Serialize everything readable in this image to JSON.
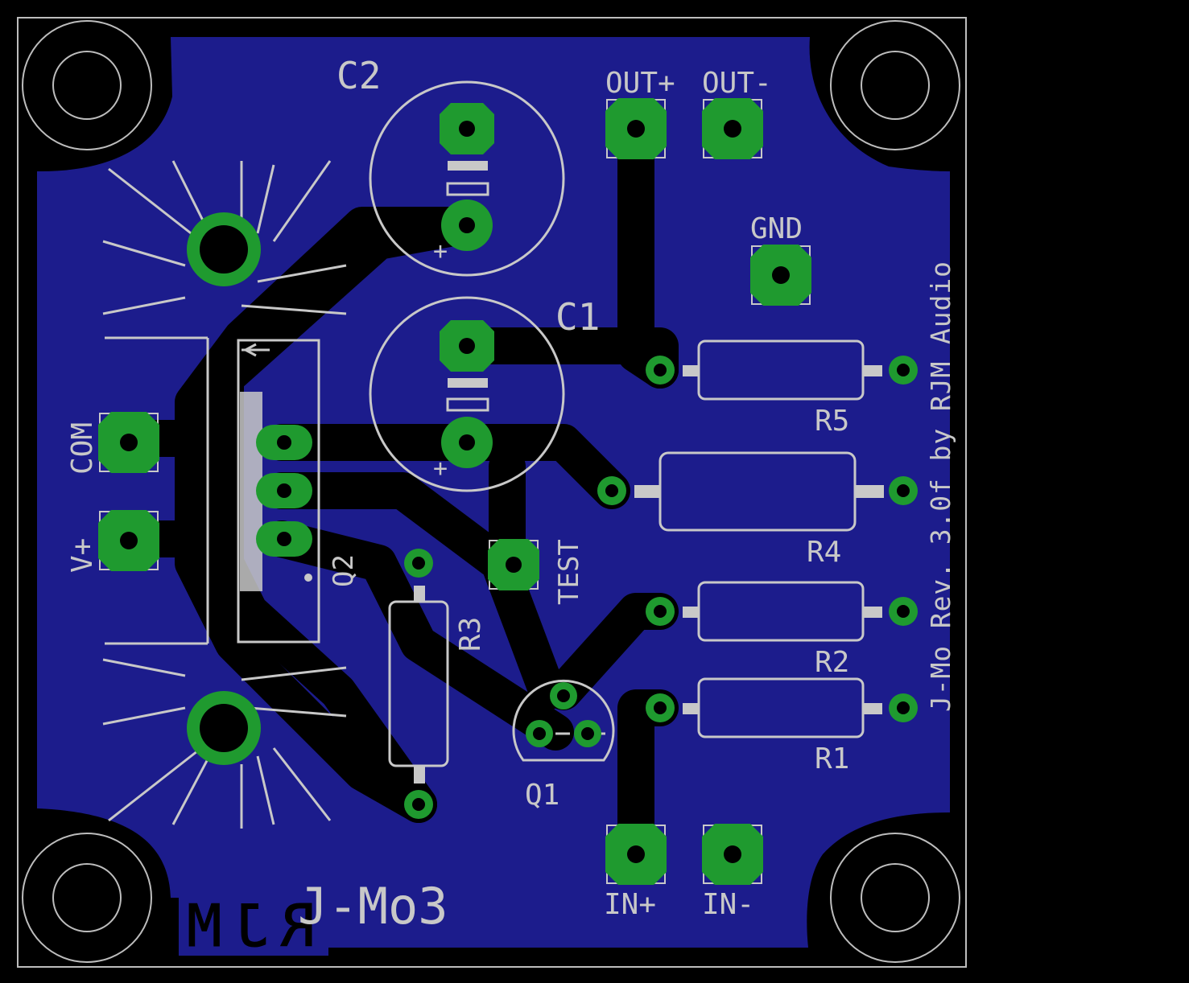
{
  "board": {
    "title": "J-Mo3",
    "credit": "J-Mo Rev. 3.0f by RJM Audio",
    "logo": "RJM",
    "colors": {
      "background": "#000000",
      "copper": "#1c1c8c",
      "pad": "#1f9a2f",
      "silkscreen": "#c8c8c8",
      "outline": "#bdbdbd"
    }
  },
  "labels": {
    "c2": "C2",
    "c1": "C1",
    "out_plus": "OUT+",
    "out_minus": "OUT-",
    "gnd": "GND",
    "com": "COM",
    "v_plus": "V+",
    "q2": "Q2",
    "q1": "Q1",
    "test": "TEST",
    "r1": "R1",
    "r2": "R2",
    "r3": "R3",
    "r4": "R4",
    "r5": "R5",
    "in_plus": "IN+",
    "in_minus": "IN-",
    "plus": "+"
  }
}
